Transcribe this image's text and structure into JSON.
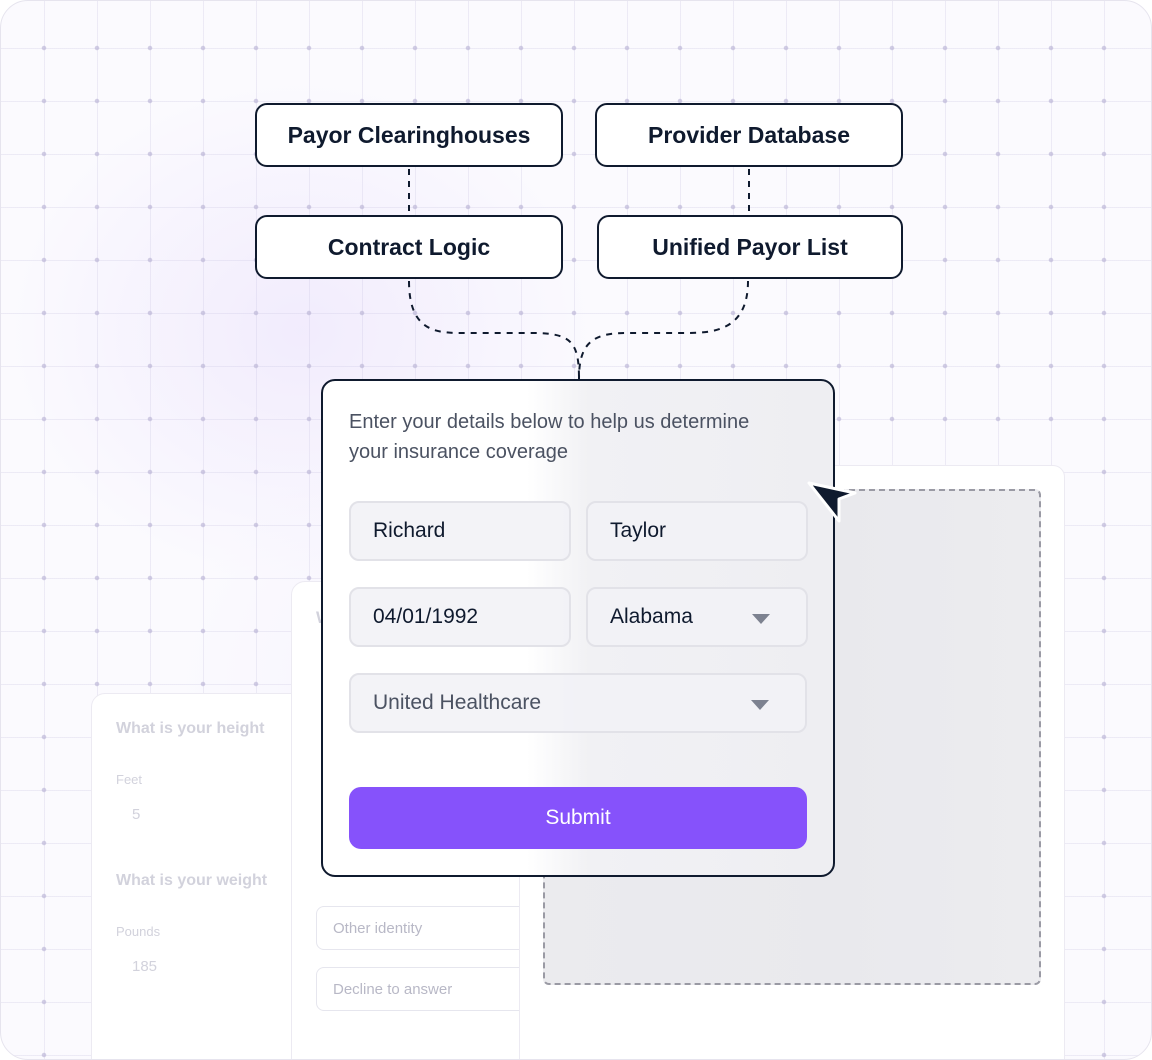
{
  "diagram": {
    "nodes": {
      "payor_clearinghouses": "Payor Clearinghouses",
      "provider_database": "Provider Database",
      "contract_logic": "Contract Logic",
      "unified_payor_list": "Unified Payor List"
    }
  },
  "background_cards": {
    "measurements": {
      "height_question": "What is your height",
      "feet_label": "Feet",
      "feet_value": "5",
      "weight_question": "What is your weight",
      "pounds_label": "Pounds",
      "pounds_value": "185"
    },
    "identity": {
      "partial_title": "W",
      "option_other": "Other identity",
      "option_decline": "Decline to answer"
    }
  },
  "form": {
    "intro": "Enter your details below to help us determine your insurance coverage",
    "first_name": "Richard",
    "last_name": "Taylor",
    "dob": "04/01/1992",
    "state": "Alabama",
    "insurer": "United Healthcare",
    "submit_label": "Submit"
  },
  "colors": {
    "accent": "#8652fb",
    "ink": "#0f1a2e",
    "muted_text": "#4b5262"
  }
}
